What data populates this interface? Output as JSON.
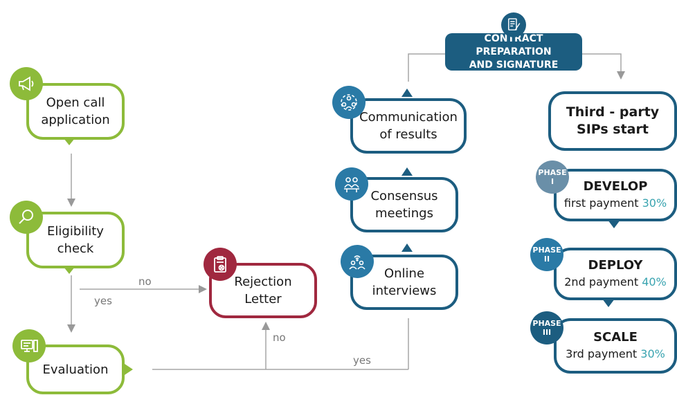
{
  "steps": {
    "open_call": {
      "line1": "Open call",
      "line2": "application"
    },
    "eligibility": {
      "line1": "Eligibility",
      "line2": "check"
    },
    "evaluation": {
      "label": "Evaluation"
    },
    "rejection": {
      "line1": "Rejection",
      "line2": "Letter"
    },
    "communication": {
      "line1": "Communication",
      "line2": "of results"
    },
    "consensus": {
      "line1": "Consensus",
      "line2": "meetings"
    },
    "online": {
      "line1": "Online",
      "line2": "interviews"
    },
    "contract": {
      "line1": "CONTRACT PREPARATION",
      "line2": "AND SIGNATURE"
    },
    "third_party": {
      "line1": "Third - party",
      "line2": "SIPs start"
    }
  },
  "phases": [
    {
      "badge_word": "PHASE",
      "badge_num": "I",
      "title": "DEVELOP",
      "payment": "first payment",
      "percent": "30%"
    },
    {
      "badge_word": "PHASE",
      "badge_num": "II",
      "title": "DEPLOY",
      "payment": "2nd payment",
      "percent": "40%"
    },
    {
      "badge_word": "PHASE",
      "badge_num": "III",
      "title": "SCALE",
      "payment": "3rd payment",
      "percent": "30%"
    }
  ],
  "edge_labels": {
    "eligibility_no": "no",
    "eligibility_yes": "yes",
    "evaluation_no": "no",
    "evaluation_yes": "yes"
  },
  "icons": {
    "open_call": "megaphone-icon",
    "eligibility": "magnifier-icon",
    "evaluation": "computer-icon",
    "rejection": "clipboard-reject-icon",
    "communication": "people-circle-icon",
    "consensus": "meeting-icon",
    "online": "online-people-icon",
    "contract": "contract-sign-icon"
  },
  "colors": {
    "green": "#8dbb3a",
    "blue": "#1c5d80",
    "red": "#a0283f",
    "teal": "#3aa4b0"
  }
}
